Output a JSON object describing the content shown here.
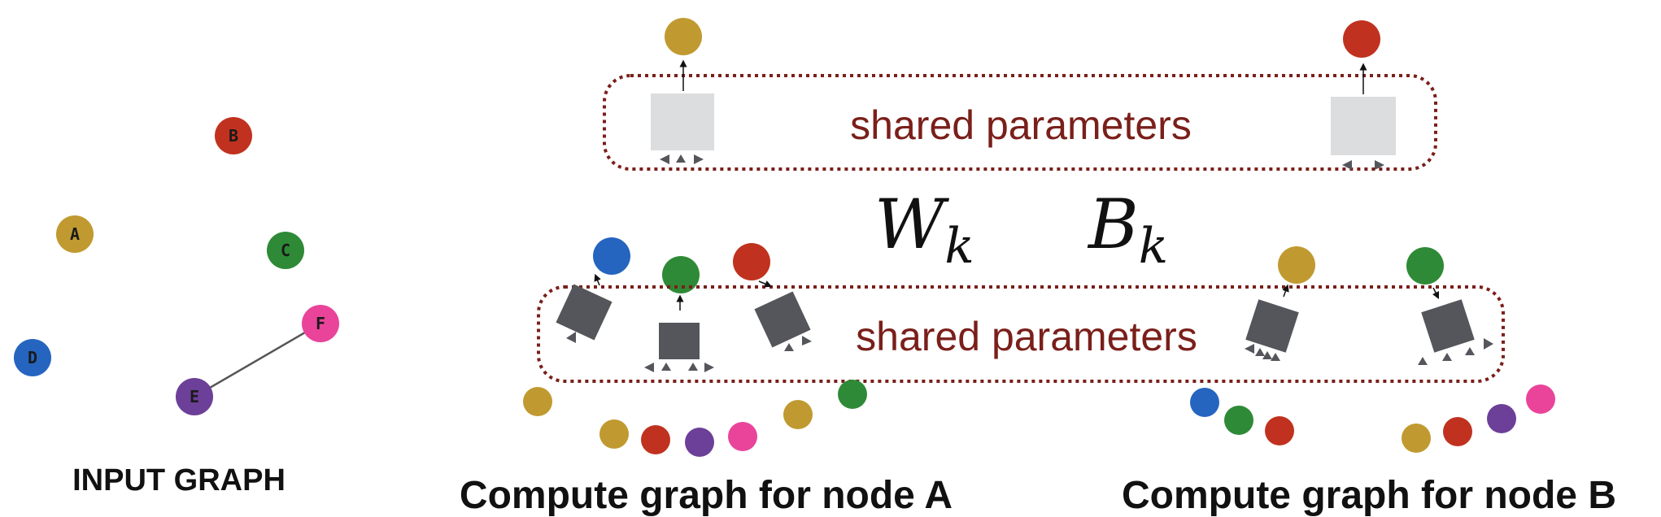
{
  "input_graph": {
    "caption": "INPUT GRAPH",
    "nodes": [
      {
        "id": "A",
        "label": "A",
        "color": "#c09a30"
      },
      {
        "id": "B",
        "label": "B",
        "color": "#c0321f"
      },
      {
        "id": "C",
        "label": "C",
        "color": "#2e8a36"
      },
      {
        "id": "D",
        "label": "D",
        "color": "#2565c0"
      },
      {
        "id": "E",
        "label": "E",
        "color": "#6c3f98"
      },
      {
        "id": "F",
        "label": "F",
        "color": "#e9449a"
      }
    ],
    "edges": [
      [
        "E",
        "F"
      ]
    ]
  },
  "parameters": {
    "shared_label_top": "shared parameters",
    "shared_label_bottom": "shared parameters",
    "weight_symbol": "W",
    "weight_subscript": "k",
    "bias_symbol": "B",
    "bias_subscript": "k"
  },
  "compute_graphs": {
    "node_a_caption": "Compute graph for node A",
    "node_b_caption": "Compute graph for node B"
  },
  "colors": {
    "gold": "#c09a30",
    "red": "#c0321f",
    "green": "#2e8a36",
    "blue": "#2565c0",
    "purple": "#6c3f98",
    "pink": "#e9449a",
    "dark_box": "#54565b",
    "light_box": "#dcdddf",
    "shared_border": "#7a1f1a"
  }
}
